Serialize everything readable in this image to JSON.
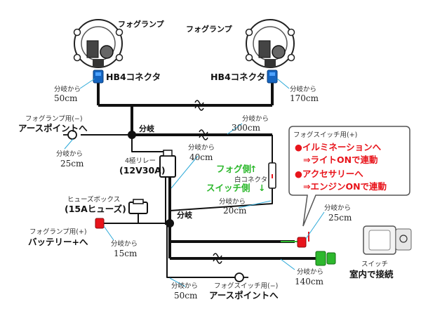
{
  "labels": {
    "fog_lamp_left": "フォグランプ",
    "fog_lamp_right": "フォグランプ",
    "hb4_left": "HB4コネクタ",
    "hb4_right": "HB4コネクタ",
    "bunki_from_1": "分岐から",
    "dist_50_top": "50cm",
    "bunki_from_2": "分岐から",
    "dist_170": "170cm",
    "bunki_main": "分岐",
    "bunki_from_3": "分岐から",
    "dist_300": "300cm",
    "fog_earth_sub": "フォグランプ用(−)",
    "fog_earth_main": "アースポイントへ",
    "bunki_from_4": "分岐から",
    "dist_25_left": "25cm",
    "relay_sub": "4極リレー",
    "relay_main": "(12V30A)",
    "bunki_from_5": "分岐から",
    "dist_40": "40cm",
    "fog_side": "フォグ側",
    "white_connector": "白コネクタ",
    "switch_side": "スイッチ側",
    "bunki_from_6": "分岐から",
    "dist_20": "20cm",
    "fuse_sub": "ヒューズボックス",
    "fuse_main": "(15Aヒューズ)",
    "bunki_lower": "分岐",
    "bunki_from_7": "分岐から",
    "dist_25_right": "25cm",
    "battery_sub": "フォグランプ用(+)",
    "battery_main": "バッテリー+へ",
    "bunki_from_8": "分岐から",
    "dist_15": "15cm",
    "switch_label_sub": "スイッチ",
    "switch_label_main": "室内で接続",
    "bunki_from_9": "分岐から",
    "dist_140": "140cm",
    "bunki_from_10": "分岐から",
    "dist_50_bottom": "50cm",
    "sw_earth_sub": "フォグスイッチ用(−)",
    "sw_earth_main": "アースポイントへ"
  },
  "callout": {
    "title": "フォグスイッチ用(+)",
    "line1": "●イルミネーションへ",
    "line2": "⇒ライトONで連動",
    "line3": "●アクセサリーへ",
    "line4": "⇒エンジンONで連動"
  },
  "colors": {
    "wire": "#111111",
    "accent_red": "#e8141b",
    "accent_green": "#2db82d",
    "connector_blue": "#1565c0",
    "leader_cyan": "#2aa8d8"
  },
  "arrows": {
    "up": "↑",
    "down": "↓"
  }
}
